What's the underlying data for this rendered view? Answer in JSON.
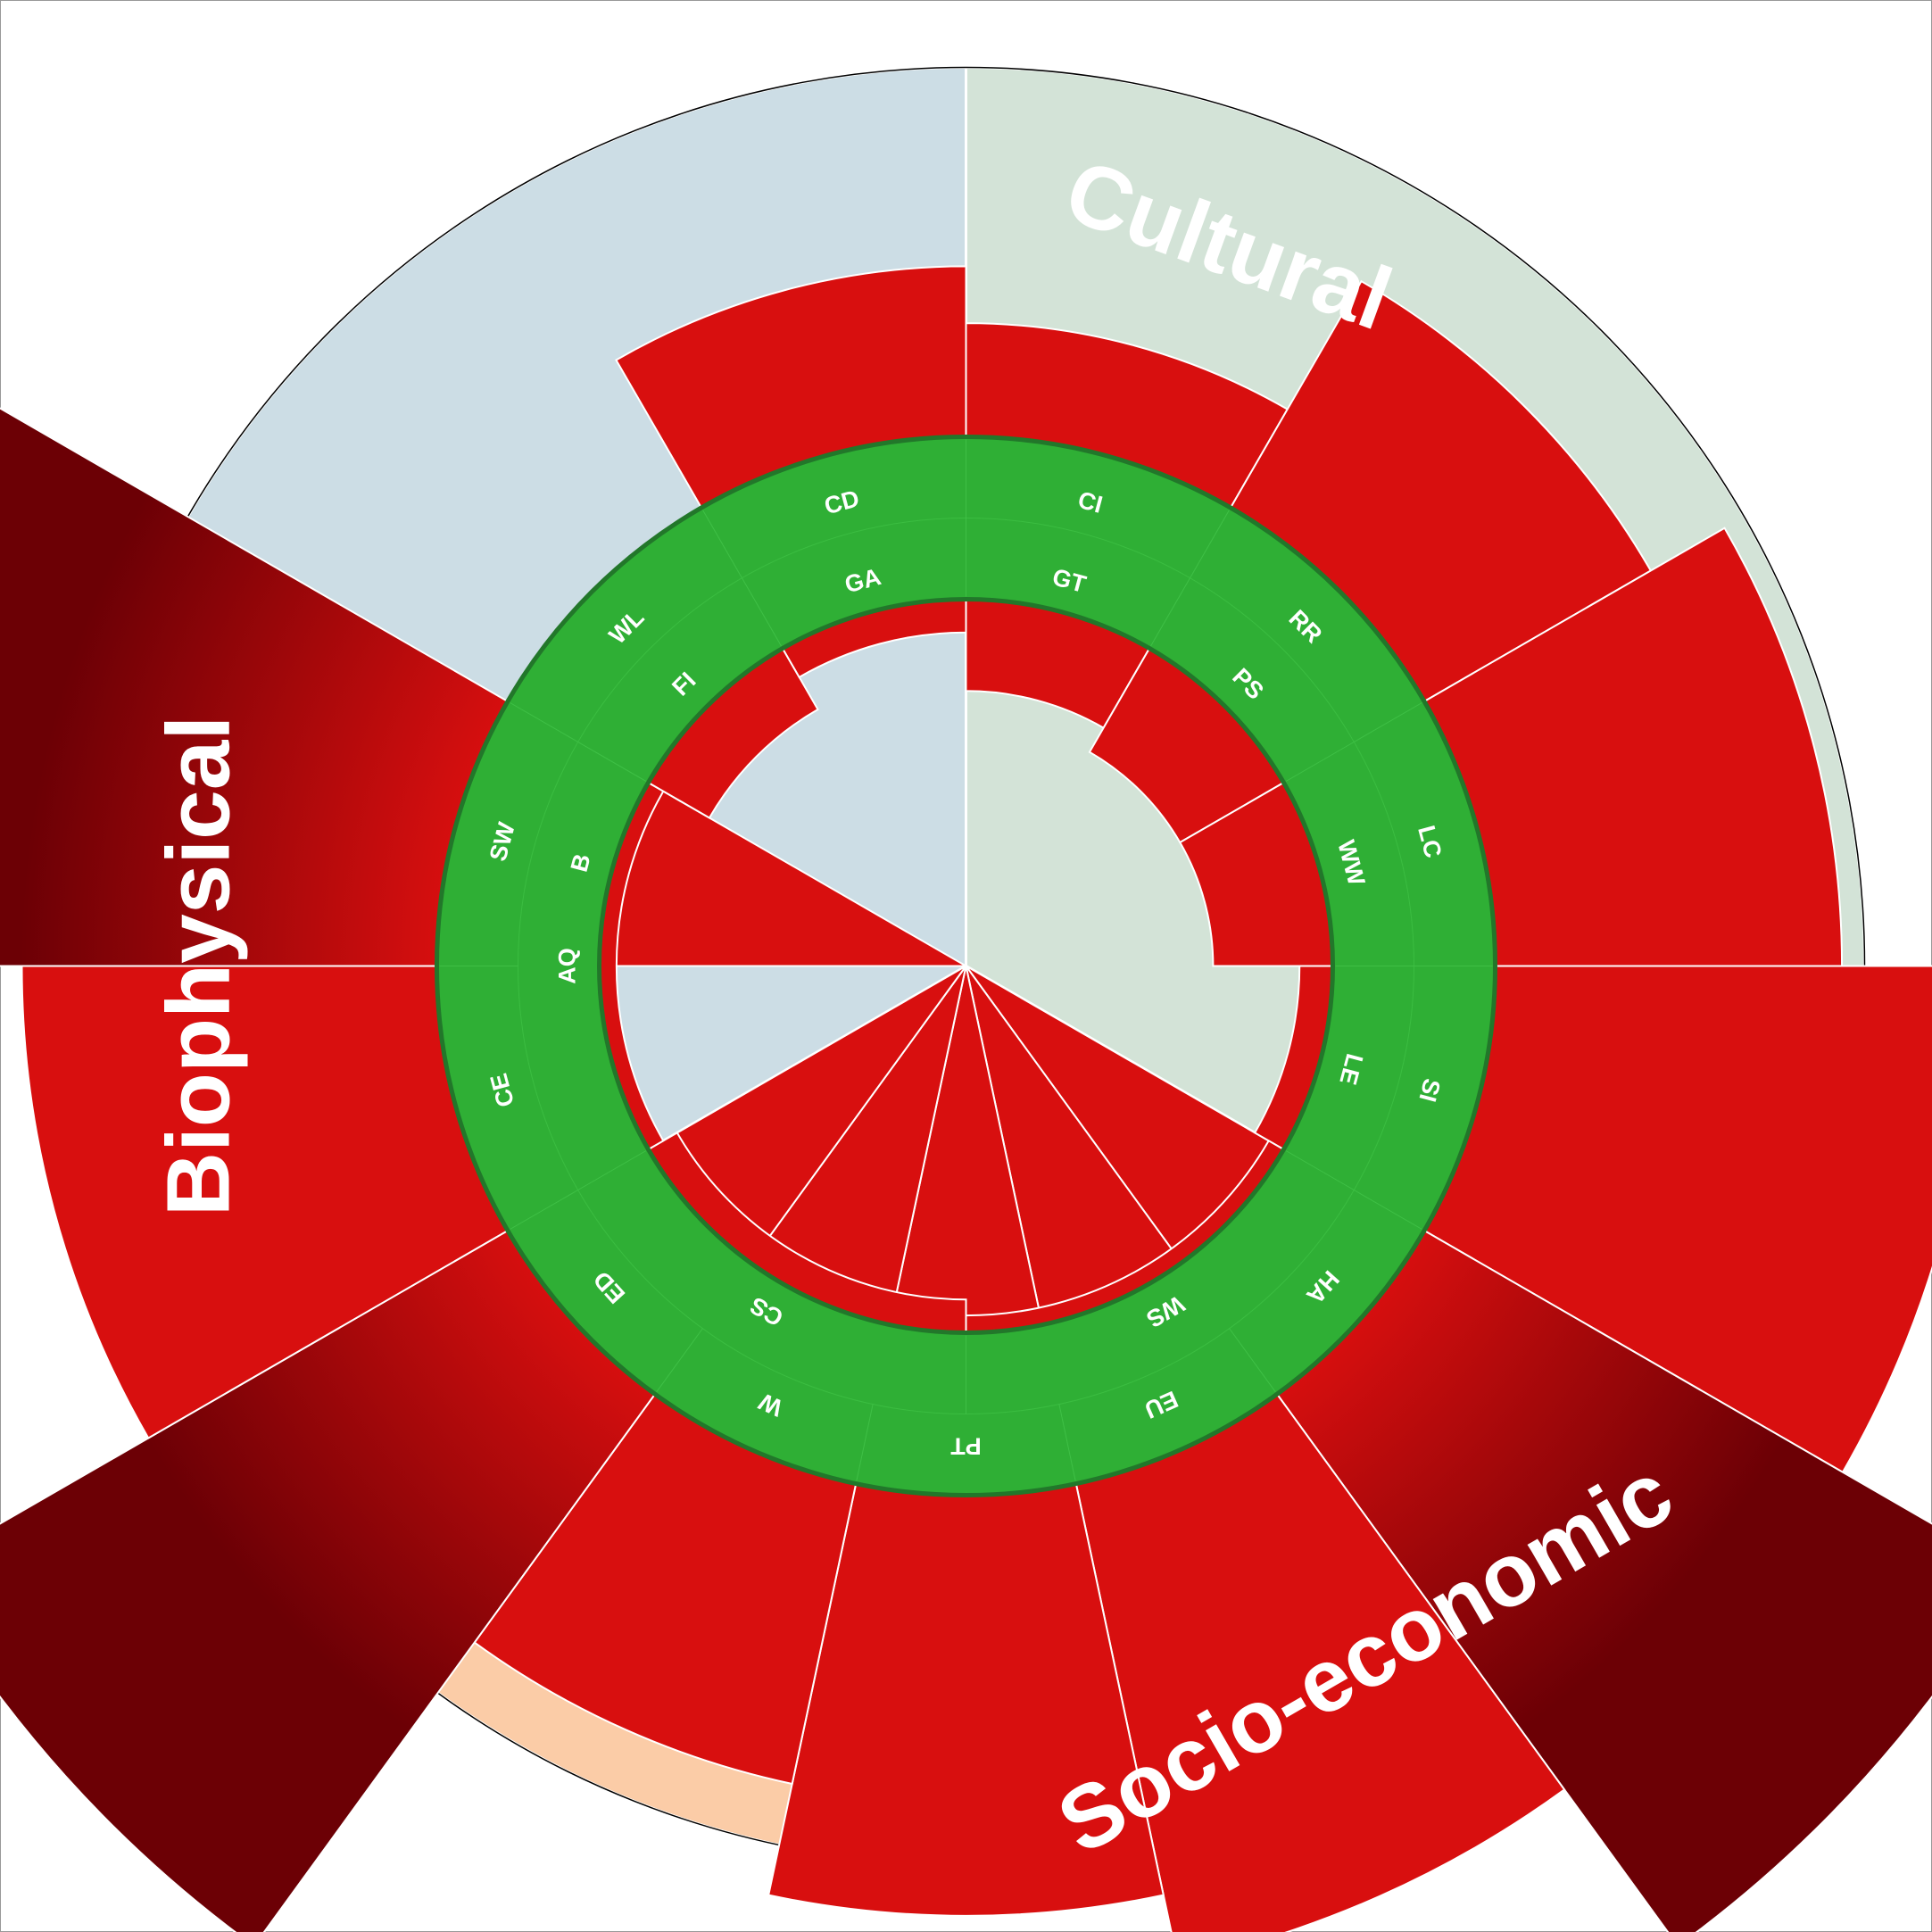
{
  "chart_data": {
    "type": "radial-bar",
    "colors": {
      "biophysical_bg": "#ccdde5",
      "cultural_bg": "#d3e3d7",
      "socio_bg": "#fbcca7",
      "bar": "#d80f0f",
      "bar_dark": "#700005",
      "ring": "#2faf35",
      "ring_edge": "#22772a"
    },
    "categories": [
      {
        "name": "Cultural",
        "label": "Cultural",
        "start": 0,
        "end": 120,
        "color": "cultural_bg",
        "label_angle": 20,
        "rotate": 20,
        "flip": false
      },
      {
        "name": "Socio-economic",
        "label": "Socio-economic",
        "start": 120,
        "end": 240,
        "color": "socio_bg",
        "label_angle": 150,
        "rotate": -30,
        "flip": true
      },
      {
        "name": "Biophysical",
        "label": "Biophysical",
        "start": 240,
        "end": 360,
        "color": "biophysical_bg",
        "label_angle": 270,
        "rotate": -90,
        "flip": false
      }
    ],
    "outer_indicators": [
      {
        "label": "CI",
        "start": 0,
        "end": 30,
        "value": 0.2,
        "type": "arc",
        "cover": [
          30,
          30
        ],
        "label_rot": 15
      },
      {
        "label": "RR",
        "start": 30,
        "end": 60,
        "value": 0.46,
        "type": "arc",
        "cover": [
          30,
          30
        ],
        "label_rot": 45
      },
      {
        "label": "LC",
        "start": 60,
        "end": 90,
        "value": 0.61,
        "type": "arc",
        "cover": [
          30,
          30
        ],
        "label_rot": 75
      },
      {
        "label": "SI",
        "start": 90,
        "end": 120,
        "value": 0.85,
        "type": "arc",
        "cover": [
          30,
          30
        ],
        "label_rot": 105
      },
      {
        "label": "HA",
        "start": 120,
        "end": 144,
        "value": 1.2,
        "type": "sector",
        "cover": [
          0,
          0
        ],
        "label_rot": 132
      },
      {
        "label": "EU",
        "start": 144,
        "end": 168,
        "value": 0.86,
        "type": "sector",
        "cover": [
          0,
          0
        ],
        "label_rot": 156
      },
      {
        "label": "PT",
        "start": 168,
        "end": 192,
        "value": 0.74,
        "type": "sector",
        "cover": [
          0,
          0
        ],
        "label_rot": 180
      },
      {
        "label": "W",
        "start": 192,
        "end": 216,
        "value": 0.54,
        "type": "sector",
        "cover": [
          0,
          0
        ],
        "label_rot": 204
      },
      {
        "label": "ED",
        "start": 216,
        "end": 240,
        "value": 1.2,
        "type": "sector",
        "cover": [
          0,
          0
        ],
        "label_rot": 228
      },
      {
        "label": "CE",
        "start": 240,
        "end": 270,
        "value": 0.73,
        "type": "arc",
        "cover": [
          30,
          30
        ],
        "label_rot": 255
      },
      {
        "label": "SW",
        "start": 270,
        "end": 300,
        "value": 1.2,
        "type": "sector",
        "cover": [
          0,
          0
        ],
        "label_rot": 285
      },
      {
        "label": "WL",
        "start": 300,
        "end": 330,
        "value": 0,
        "type": "none",
        "cover": [
          0,
          0
        ],
        "label_rot": 315
      },
      {
        "label": "CD",
        "start": 330,
        "end": 360,
        "value": 0.3,
        "type": "arc",
        "cover": [
          30,
          30
        ],
        "label_rot": 345
      }
    ],
    "inner_indicators": [
      {
        "label": "GT",
        "start": 0,
        "end": 30,
        "value": 0.69,
        "type": "sector",
        "label_rot": 15
      },
      {
        "label": "PS",
        "start": 30,
        "end": 60,
        "value": 0.9,
        "type": "sector",
        "label_rot": 45
      },
      {
        "label": "WW",
        "start": 60,
        "end": 90,
        "value": 0.9,
        "type": "sector",
        "label_rot": 75
      },
      {
        "label": "LE",
        "start": 90,
        "end": 120,
        "value": 0.25,
        "type": "sector",
        "label_rot": 105
      },
      {
        "label": "WS",
        "start": 120,
        "end": 180,
        "value": 0.13,
        "type": "sector",
        "label_rot": 150
      },
      {
        "label": "CS",
        "start": 180,
        "end": 240,
        "value": 0.25,
        "type": "sector",
        "label_rot": 210
      },
      {
        "label": "AQ",
        "start": 240,
        "end": 300,
        "value": 0.13,
        "type": "sector",
        "label_rot": 270
      },
      {
        "label": "B",
        "start": 300,
        "end": 330,
        "value": 0.0,
        "type": "none",
        "label_rot": 285
      },
      {
        "label": "FI",
        "start": 300,
        "end": 330,
        "value": 0.53,
        "type": "sector",
        "label_rot": 315
      },
      {
        "label": "GA",
        "start": 330,
        "end": 360,
        "value": 0.25,
        "type": "sector",
        "label_rot": 345
      }
    ]
  }
}
